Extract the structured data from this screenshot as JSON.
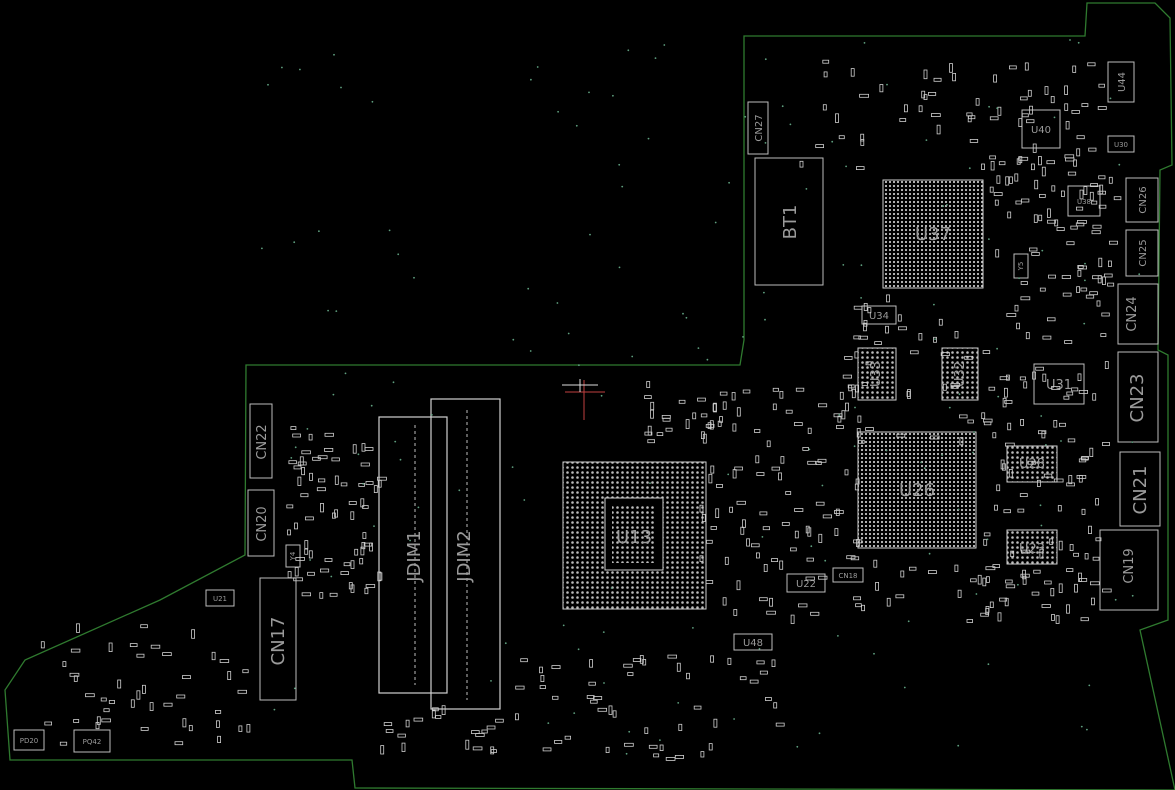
{
  "board": {
    "labels": {
      "bt1": "BT1",
      "u37": "U37",
      "u26": "U26",
      "u13": "U13",
      "jdim1": "JDIM1",
      "jdim2": "JDIM2",
      "cn17": "CN17",
      "cn20": "CN20",
      "cn22": "CN22",
      "cn27": "CN27",
      "cn26": "CN26",
      "cn25": "CN25",
      "cn24": "CN24",
      "cn23": "CN23",
      "cn21": "CN21",
      "cn19": "CN19",
      "cn18": "CN18",
      "u44": "U44",
      "u40": "U40",
      "u30": "U30",
      "u38": "U38",
      "u34": "U34",
      "u33": "U33",
      "u32": "U32",
      "u31": "U31",
      "u28": "U28",
      "u23": "U23",
      "u22": "U22",
      "u48": "U48",
      "u21": "U21",
      "y5": "Y5",
      "y4": "Y4",
      "pd20": "PD20",
      "pq42": "PQ42"
    },
    "colors": {
      "outline": "#2f7a2f",
      "component": "#bdbdbd",
      "label": "#9a9a9a",
      "background": "#000000"
    }
  }
}
